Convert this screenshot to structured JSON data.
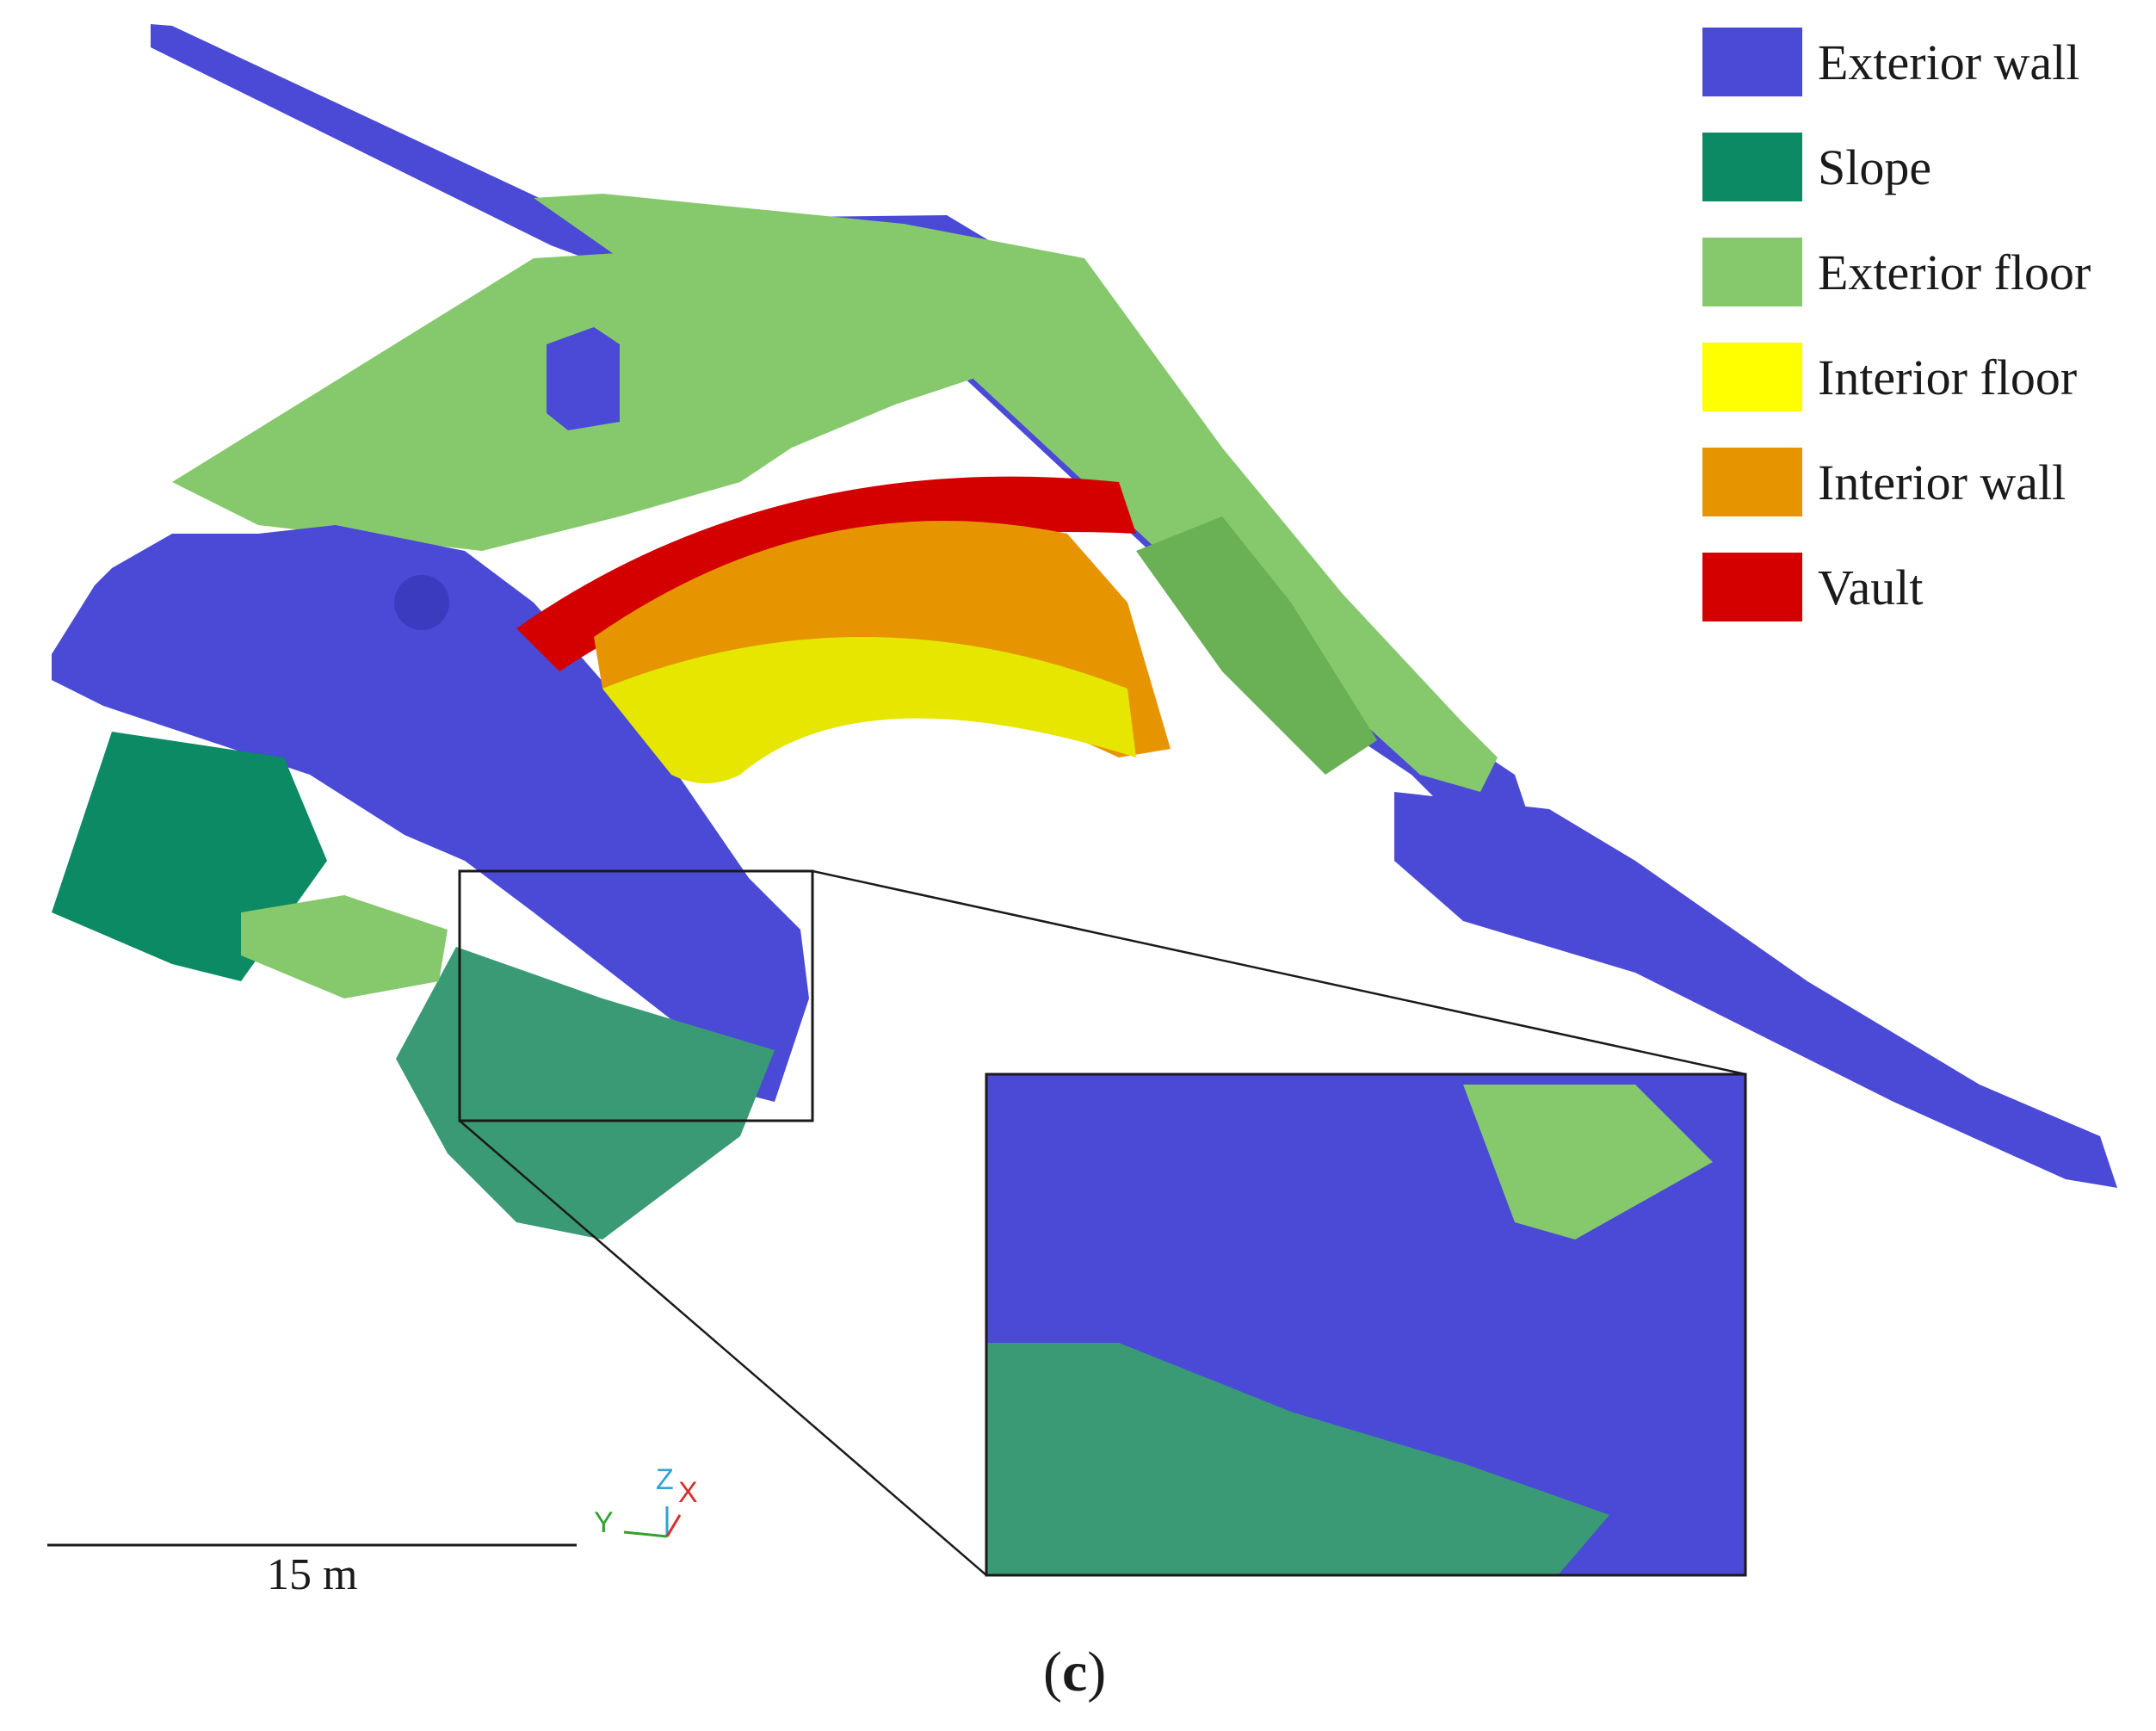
{
  "legend": {
    "items": [
      {
        "label": "Exterior wall",
        "color": "#4a4ad6"
      },
      {
        "label": "Slope",
        "color": "#0b8a63"
      },
      {
        "label": "Exterior floor",
        "color": "#86c96d"
      },
      {
        "label": "Interior floor",
        "color": "#ffff00"
      },
      {
        "label": "Interior wall",
        "color": "#e69500"
      },
      {
        "label": "Vault",
        "color": "#d40000"
      }
    ]
  },
  "scale_bar": {
    "label": "15 m"
  },
  "axes": {
    "z": "Z",
    "x": "X",
    "y": "Y"
  },
  "caption": {
    "text": "c"
  }
}
